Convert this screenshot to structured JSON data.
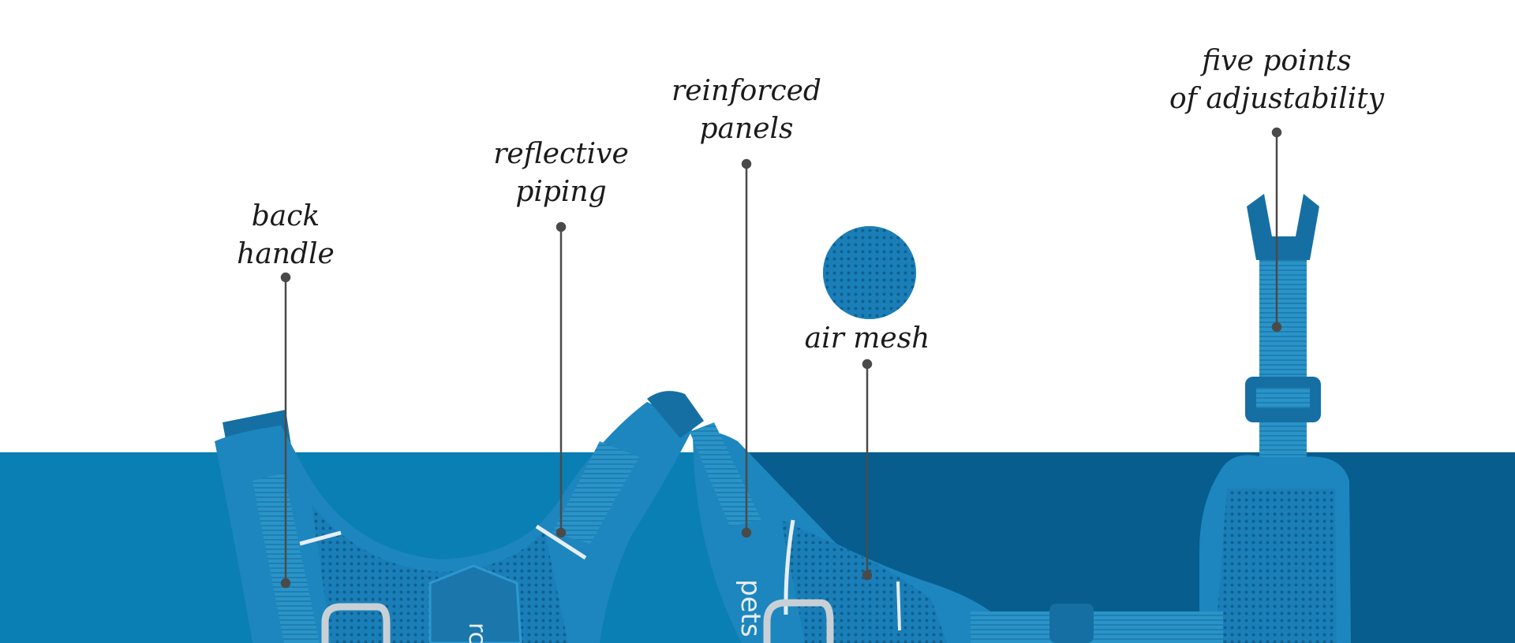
{
  "callouts": {
    "back_handle": {
      "line1": "back",
      "line2": "handle"
    },
    "reflective_piping": {
      "line1": "reflective",
      "line2": "piping"
    },
    "reinforced_panels": {
      "line1": "reinforced",
      "line2": "panels"
    },
    "air_mesh": {
      "line1": "air mesh"
    },
    "adjustability": {
      "line1": "five points",
      "line2": "of adjustability"
    }
  },
  "product_branding": {
    "left_panel_text": "rcp",
    "right_panel_text": "pets"
  },
  "colors": {
    "background_top": "#ffffff",
    "band_light": "#0a7fb3",
    "band_dark": "#065d8e",
    "harness": "#1d86be",
    "harness_shadow": "#146ea0",
    "reflective": "#e6eef3",
    "pointer": "#4a4a4a",
    "text": "#1b1b1b"
  }
}
